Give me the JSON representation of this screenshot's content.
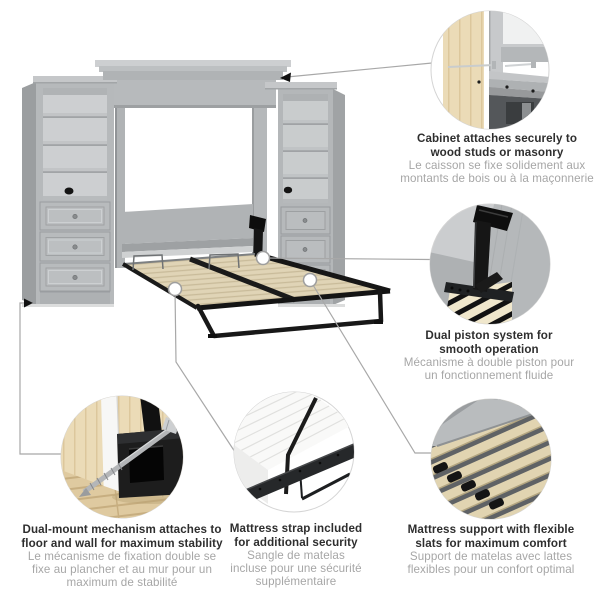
{
  "page": {
    "background": "#ffffff"
  },
  "product_illustration": {
    "type": "wall-bed-with-two-storage-towers",
    "colors": {
      "cabinet_grey": "#b6b9bb",
      "cabinet_grey_dark": "#9da0a3",
      "cabinet_interior": "#cdcfd1",
      "slat_wood": "#e0d4b6",
      "frame_black": "#1a1a1a",
      "wood_stud": "#ead9b6",
      "leader_line": "#a8a8a8",
      "title_text": "#2e2e2e",
      "subtitle_text": "#a6a6a6"
    }
  },
  "callouts": [
    {
      "id": "cabinet-attachment",
      "title": "Cabinet attaches securely to\nwood studs or masonry",
      "subtitle": "Le caisson se fixe solidement aux\nmontants de bois ou à la maçonnerie"
    },
    {
      "id": "dual-piston",
      "title": "Dual piston system for\nsmooth operation",
      "subtitle": "Mécanisme à double piston pour\nun fonctionnement fluide"
    },
    {
      "id": "dual-mount",
      "title": "Dual-mount mechanism attaches to\nfloor and wall for maximum stability",
      "subtitle": "Le mécanisme de fixation double se\nfixe au plancher et au mur pour un\nmaximum de stabilité"
    },
    {
      "id": "mattress-strap",
      "title": "Mattress strap included\nfor additional security",
      "subtitle": "Sangle de matelas\nincluse pour une sécurité\nsupplémentaire"
    },
    {
      "id": "flexible-slats",
      "title": "Mattress support with flexible\nslats for maximum comfort",
      "subtitle": "Support de matelas avec lattes\nflexibles pour un confort optimal"
    }
  ]
}
